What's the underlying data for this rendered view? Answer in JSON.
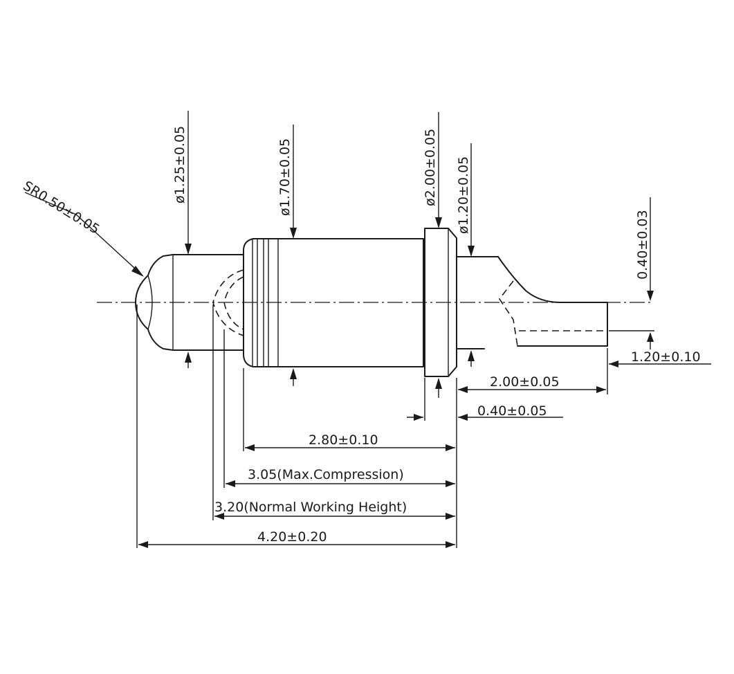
{
  "labels": {
    "sr": "SR0.50±0.05",
    "d125": "ø1.25±0.05",
    "d170": "ø1.70±0.05",
    "d200": "ø2.00±0.05",
    "d120": "ø1.20±0.05",
    "t040_03": "0.40±0.03",
    "l120": "1.20±0.10",
    "l200": "2.00±0.05",
    "l040_05": "0.40±0.05",
    "l280": "2.80±0.10",
    "l305": "3.05(Max.Compression)",
    "l320": "3.20(Normal Working Height)",
    "l420": "4.20±0.20"
  }
}
